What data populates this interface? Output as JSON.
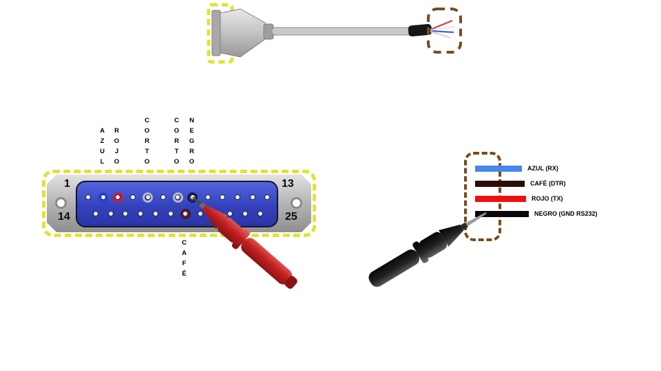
{
  "cable_overview": {
    "description_connector_highlight": "db25-connector-end",
    "description_wire_end_highlight": "stripped-wires-end"
  },
  "db25_connector": {
    "pin_numbers": {
      "top_left": "1",
      "top_right": "13",
      "bottom_left": "14",
      "bottom_right": "25"
    },
    "wire_labels_top": [
      "AZUL",
      "ROJO",
      "CORTO",
      "CORTO",
      "NEGRO"
    ],
    "wire_label_bottom": "CAFÉ",
    "pin_highlights": [
      {
        "name": "azul-pin-ring",
        "color": "#2a3fd4",
        "row": "top",
        "index": 1
      },
      {
        "name": "rojo-pin-ring",
        "color": "#d41a2a",
        "row": "top",
        "index": 2
      },
      {
        "name": "corto-pin-ring-1",
        "color": "#b9b9c4",
        "row": "top",
        "index": 4
      },
      {
        "name": "corto-pin-ring-2",
        "color": "#b9b9c4",
        "row": "top",
        "index": 6
      },
      {
        "name": "negro-pin-ring",
        "color": "#1a1a38",
        "row": "top",
        "index": 7
      },
      {
        "name": "cafe-pin-ring",
        "color": "#5a1414",
        "row": "bottom",
        "index": 6
      }
    ]
  },
  "wire_legend": {
    "items": [
      {
        "label": "AZUL (RX)",
        "color": "#4a86e8"
      },
      {
        "label": "CAFÉ (DTR)",
        "color": "#2a0d04"
      },
      {
        "label": "ROJO (TX)",
        "color": "#ee1111"
      },
      {
        "label": "NEGRO (GND RS232)",
        "color": "#0a0a0a"
      }
    ]
  },
  "highlight_colors": {
    "yellow_dash": "#dfe433",
    "brown_dash": "#7a4a1a"
  }
}
